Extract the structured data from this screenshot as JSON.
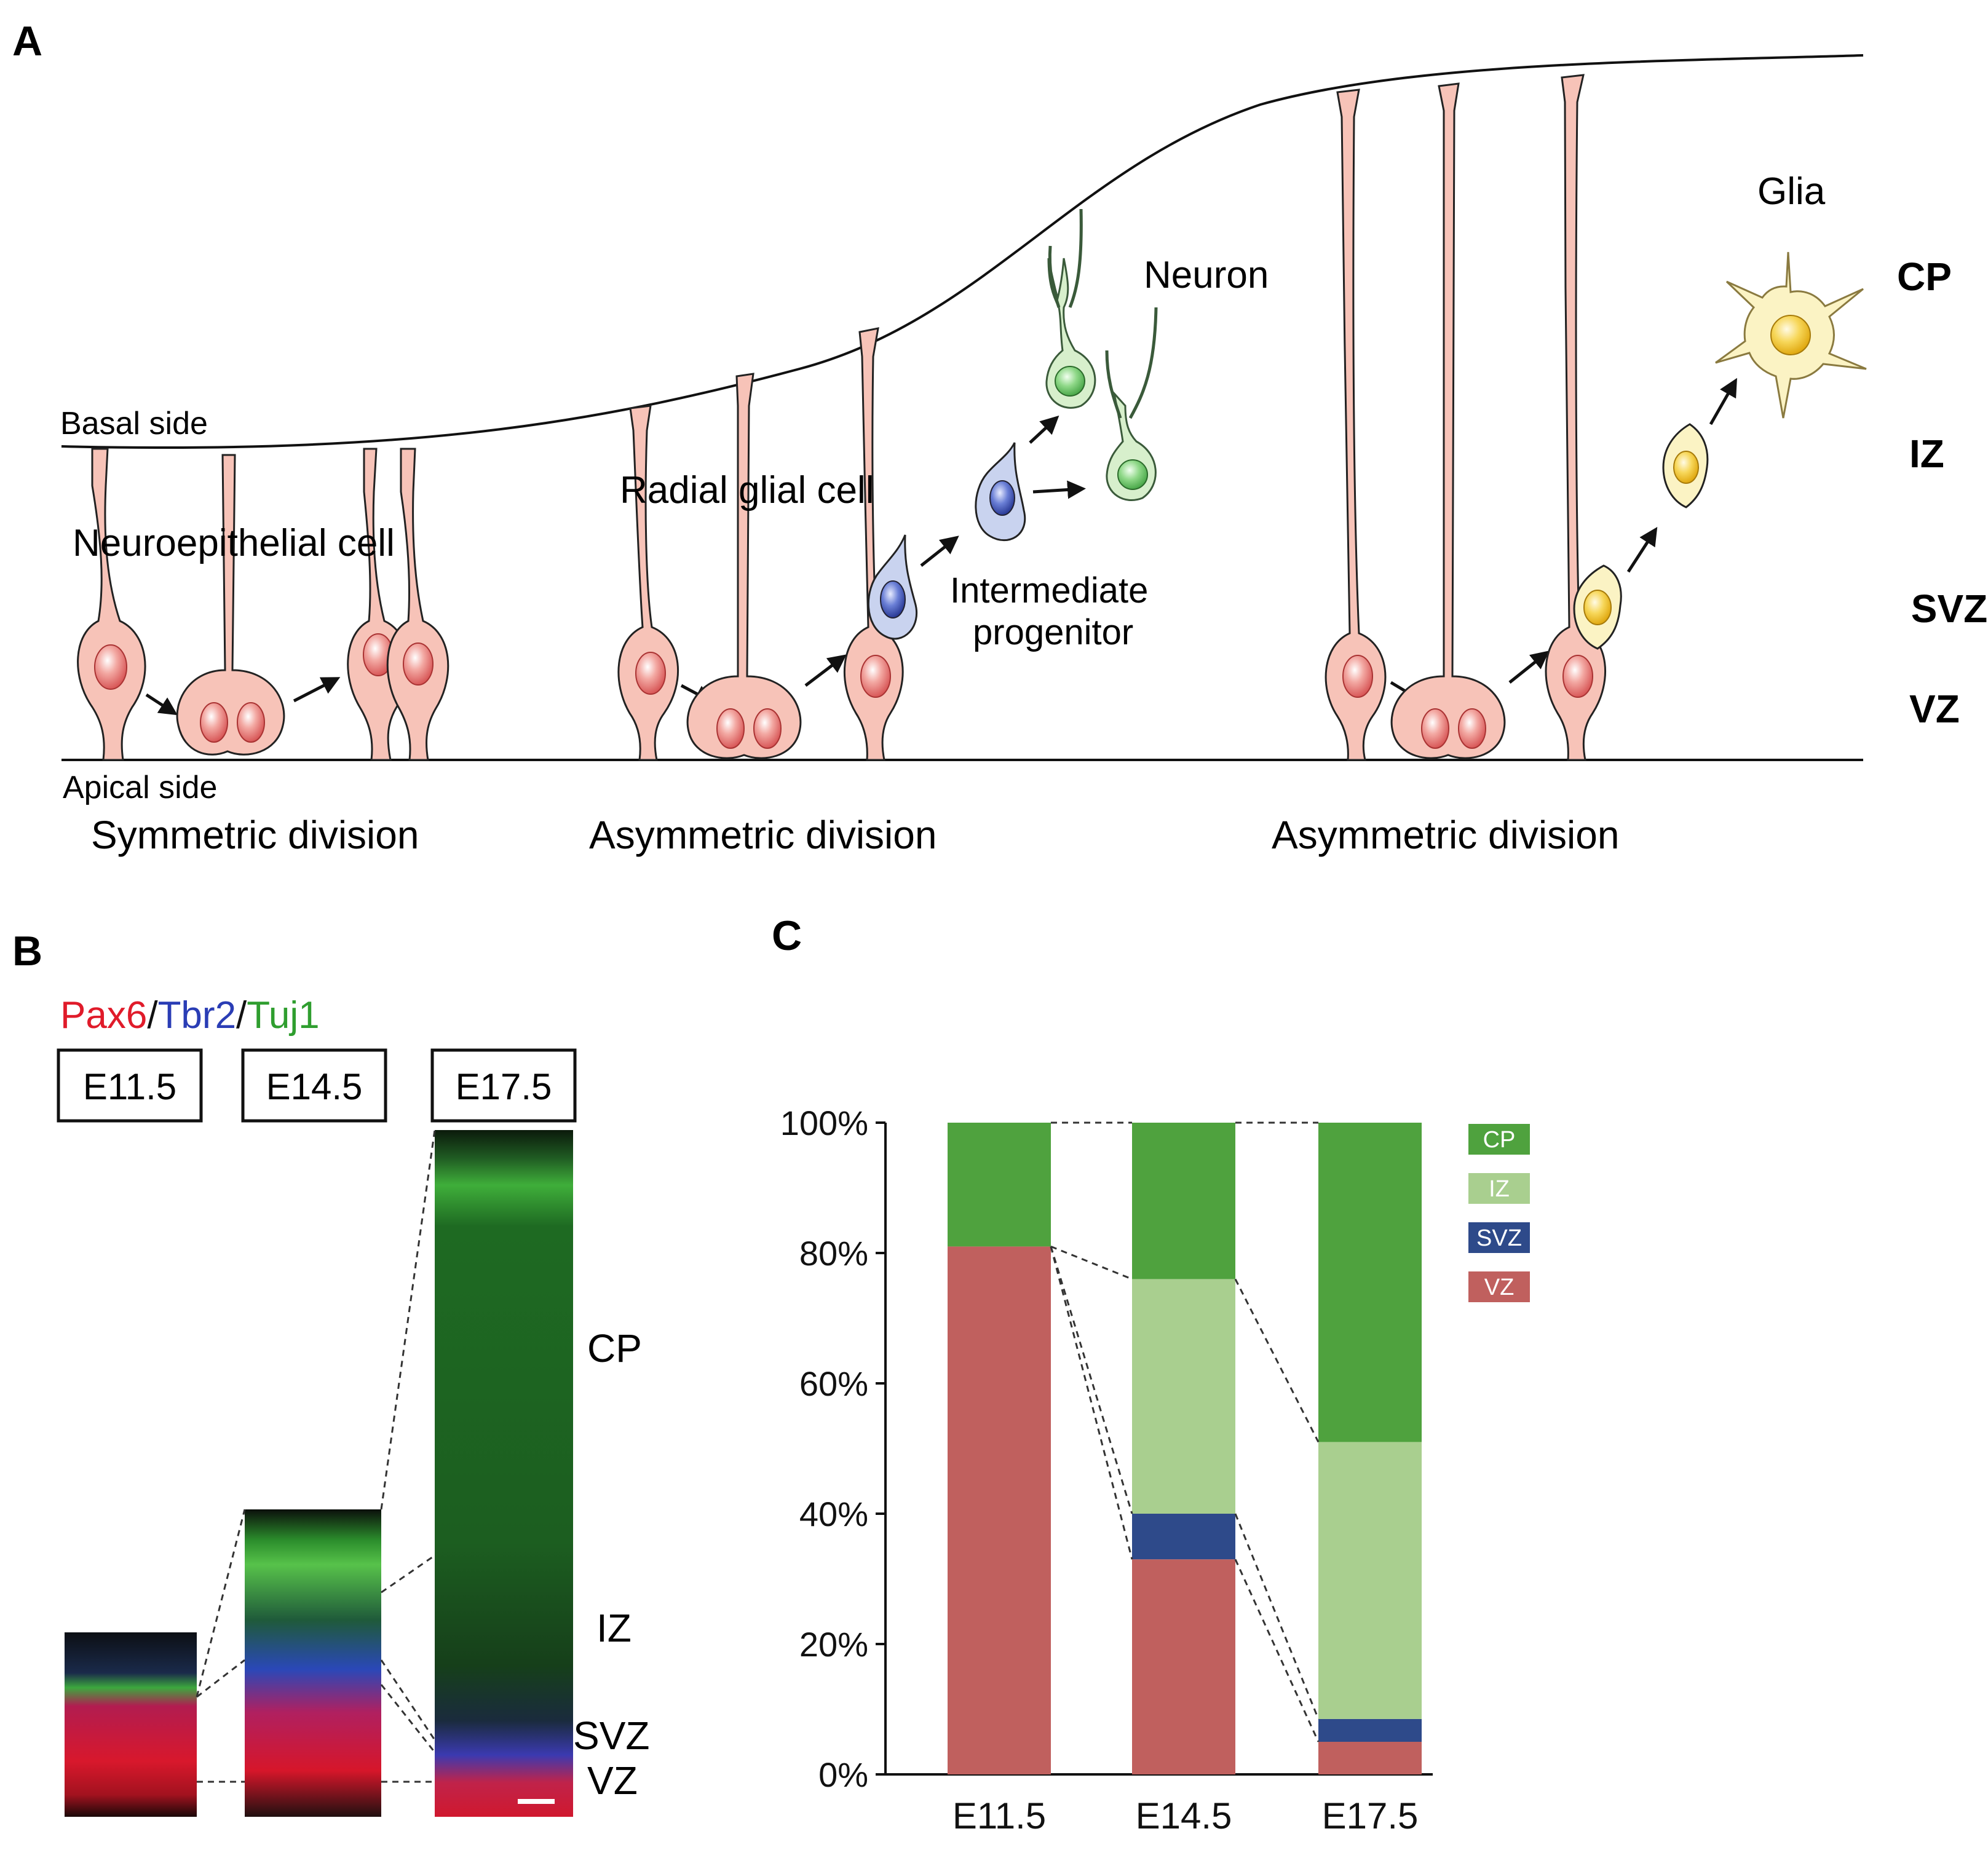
{
  "panel_a": {
    "letter": "A",
    "basal_label": "Basal side",
    "apical_label": "Apical side",
    "neuroepithelial_label": "Neuroepithelial cell",
    "radial_glial_label": "Radial glial cell",
    "intermediate_label_line1": "Intermediate",
    "intermediate_label_line2": "progenitor",
    "neuron_label": "Neuron",
    "glia_label": "Glia",
    "division_labels": [
      "Symmetric division",
      "Asymmetric division",
      "Asymmetric division"
    ],
    "zone_labels": [
      "CP",
      "IZ",
      "SVZ",
      "VZ"
    ],
    "colors": {
      "epithelial_fill": "#f7c3b8",
      "nucleus": "#e06a6a",
      "intermediate_fill": "#c9d3ef",
      "intermediate_nucleus": "#3b4fb0",
      "neuron_fill": "#d7efcc",
      "neuron_nucleus": "#5fbf5a",
      "glia_fill": "#fbf3c4",
      "glia_nucleus": "#f2c22a"
    }
  },
  "panel_b": {
    "letter": "B",
    "markers": [
      {
        "text": "Pax6",
        "color": "#e01b2a"
      },
      {
        "text": "/",
        "color": "#111111"
      },
      {
        "text": "Tbr2",
        "color": "#2a3db5"
      },
      {
        "text": "/",
        "color": "#111111"
      },
      {
        "text": "Tuj1",
        "color": "#2f9e2f"
      }
    ],
    "stage_labels": [
      "E11.5",
      "E14.5",
      "E17.5"
    ],
    "zone_labels": [
      "CP",
      "IZ",
      "SVZ",
      "VZ"
    ]
  },
  "panel_c": {
    "letter": "C",
    "chart_data": {
      "type": "bar",
      "stacked": true,
      "categories": [
        "E11.5",
        "E14.5",
        "E17.5"
      ],
      "series": [
        {
          "name": "VZ",
          "color": "#c0605e",
          "values": [
            81,
            33,
            5
          ]
        },
        {
          "name": "SVZ",
          "color": "#2e4a8a",
          "values": [
            0,
            7,
            3.5
          ]
        },
        {
          "name": "IZ",
          "color": "#a9cf8f",
          "values": [
            0,
            36,
            42.5
          ]
        },
        {
          "name": "CP",
          "color": "#4fa23e",
          "values": [
            19,
            24,
            49
          ]
        }
      ],
      "legend_order": [
        "CP",
        "IZ",
        "SVZ",
        "VZ"
      ],
      "yticks": [
        "0%",
        "20%",
        "40%",
        "60%",
        "80%",
        "100%"
      ],
      "ylim": [
        0,
        100
      ],
      "legend_position": "top-right",
      "grid": false
    }
  }
}
